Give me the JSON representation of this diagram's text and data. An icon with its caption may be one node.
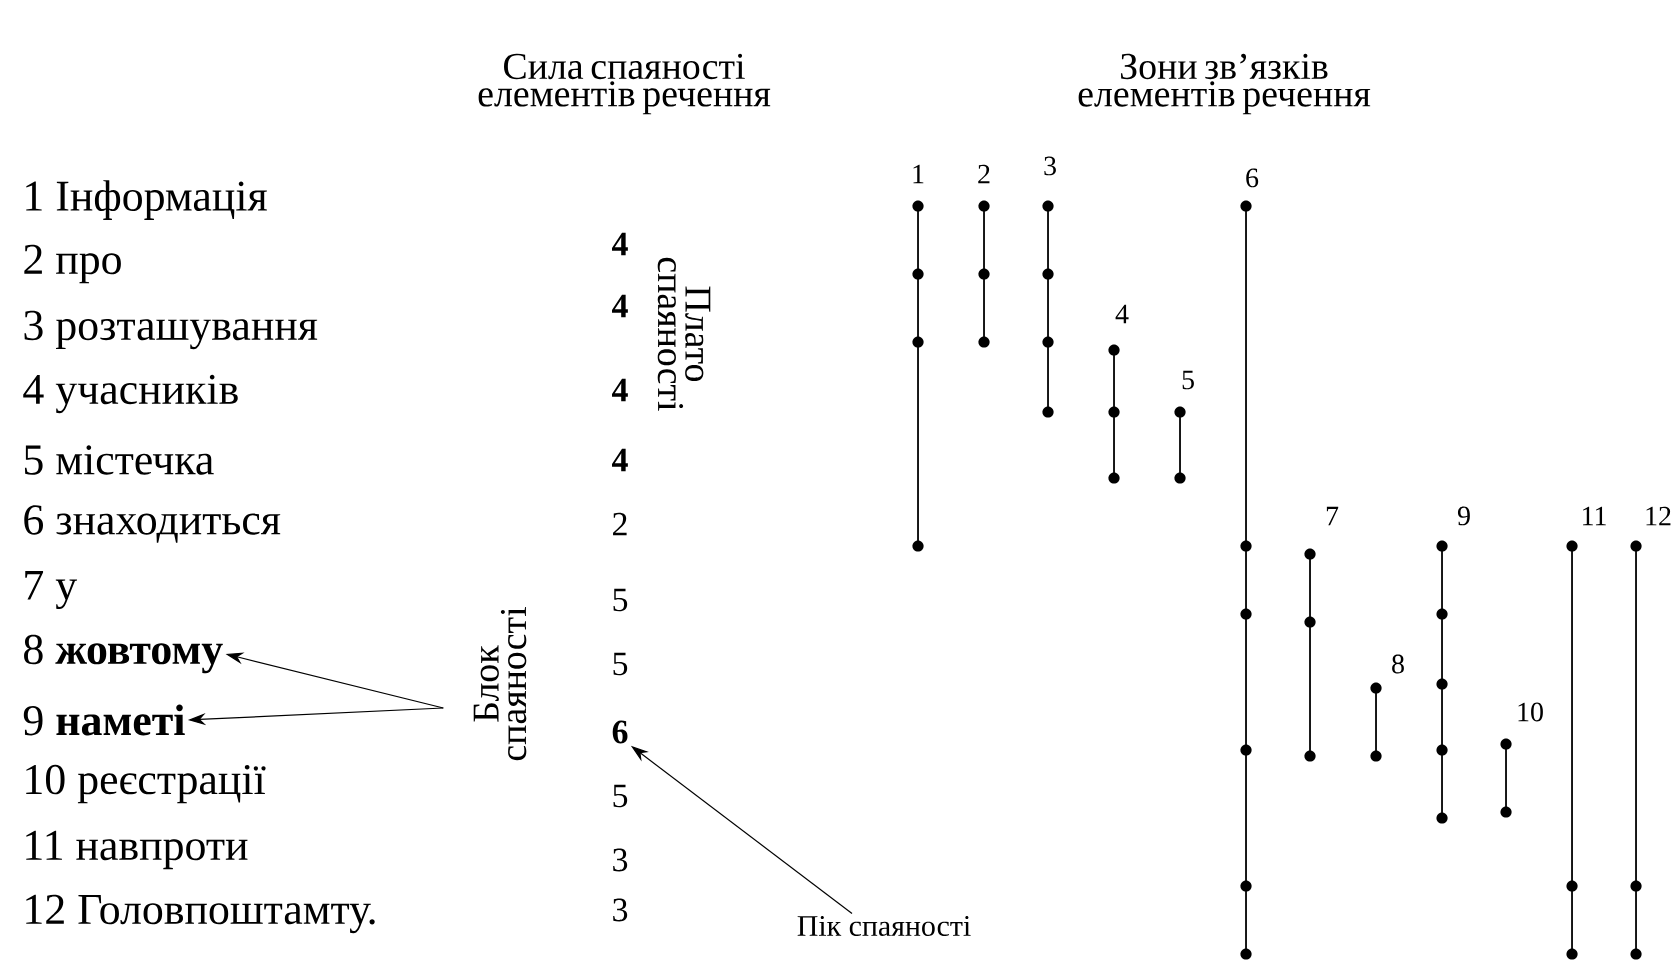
{
  "diagram": {
    "nodes": [
      {
        "text": [
          "Блок спаяності"
        ]
      },
      {
        "text": [
          "8 **жовтому**"
        ]
      },
      {
        "text": [
          "9 **наметі**"
        ]
      },
      {
        "text": [
          "Пік спаяності"
        ]
      },
      {
        "text": [
          "6"
        ]
      }
    ],
    "edges": [
      {
        "from": 0,
        "to": 1,
        "arrow": "to"
      },
      {
        "from": 0,
        "to": 2,
        "arrow": "to"
      },
      {
        "from": 3,
        "to": 4,
        "arrow": "to"
      }
    ],
    "labels": [
      "Сила спаяності елементів речення",
      "Зони зв’язків елементів речення",
      "1",
      "2",
      "3",
      "4",
      "5",
      "6",
      "7",
      "8",
      "9",
      "10",
      "11",
      "12",
      "1 Інформація",
      "2 про",
      "3 розташування",
      "4 учасників",
      "5 містечка",
      "6 знаходиться",
      "7 у",
      "10 реєстрації",
      "11 навпроти",
      "12 Головпоштамту.",
      "4",
      "4",
      "4",
      "4",
      "2",
      "5",
      "5",
      "5",
      "3",
      "3",
      "Плато спаяності"
    ]
  }
}
